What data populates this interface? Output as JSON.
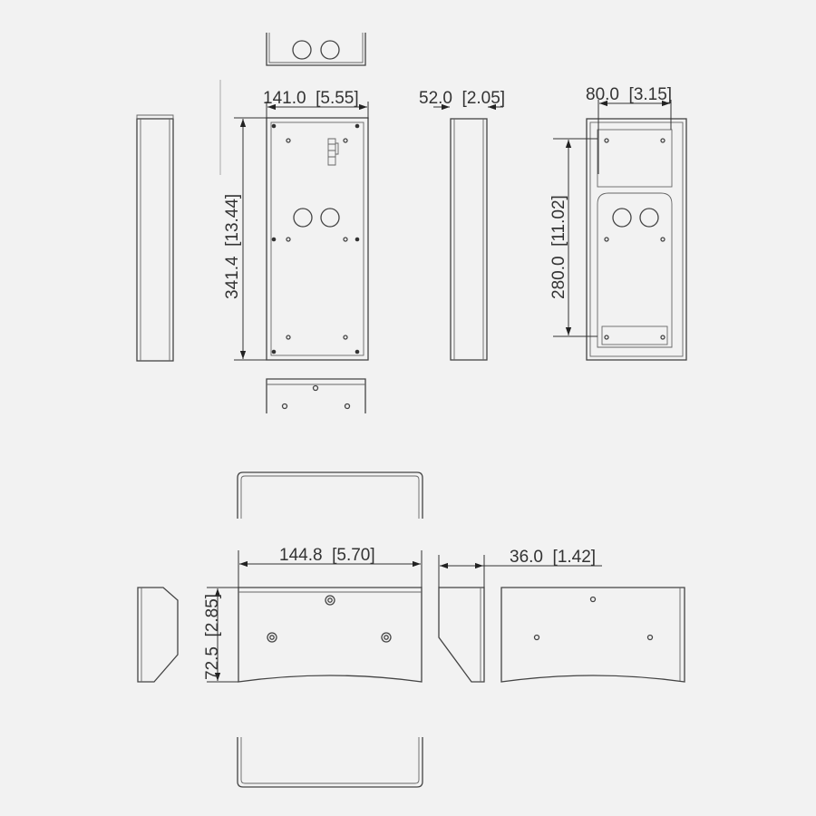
{
  "dimensions": {
    "top_width": "141.0  [5.55]",
    "top_height": "341.4  [13.44]",
    "side_depth": "52.0  [2.05]",
    "rear_cutout_width": "80.0  [3.15]",
    "rear_cutout_height": "280.0  [11.02]",
    "bottom_width": "144.8  [5.70]",
    "bottom_height": "72.5  [2.85]",
    "bottom_depth": "36.0  [1.42]"
  }
}
